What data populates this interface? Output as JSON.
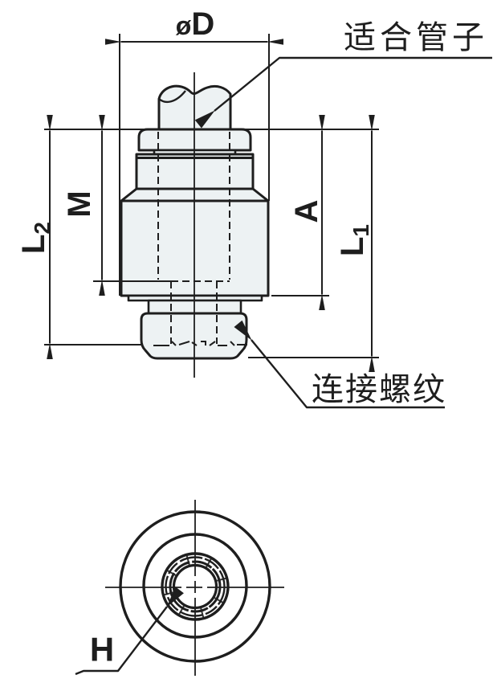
{
  "labels": {
    "diameter": {
      "symbol": "ø",
      "letter": "D"
    },
    "fit_tube": "适合管子",
    "connection_thread": "连接螺纹",
    "m": "M",
    "a": "A",
    "l1": {
      "base": "L",
      "sub": "1"
    },
    "l2": {
      "base": "L",
      "sub": "2"
    },
    "h": "H"
  },
  "colors": {
    "line": "#1e1e1e",
    "body_fill": "#edf2f3",
    "background": "#ffffff"
  }
}
